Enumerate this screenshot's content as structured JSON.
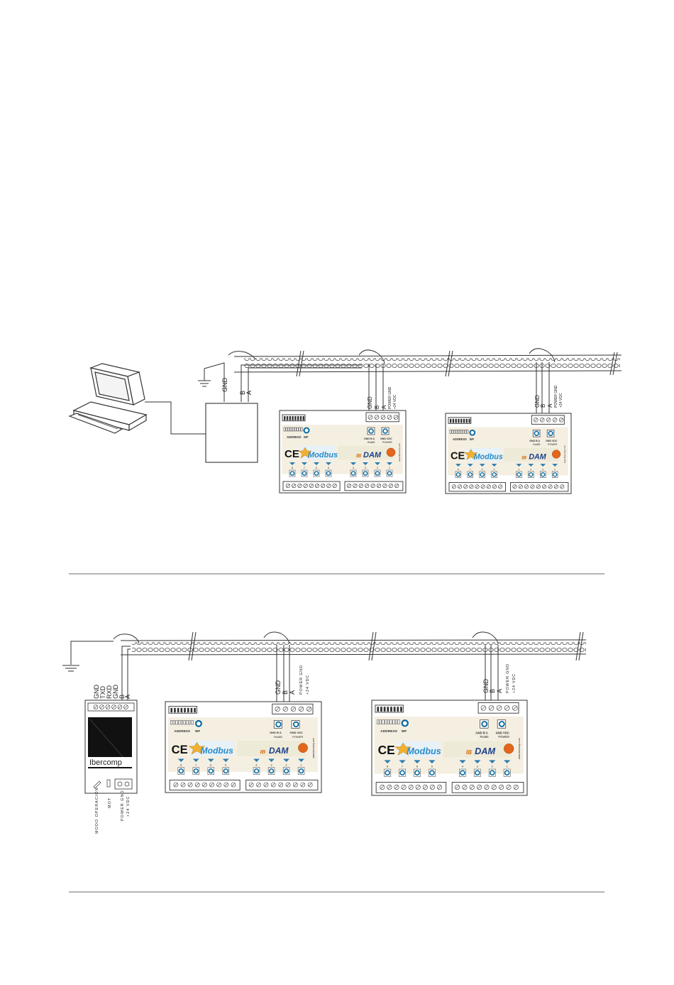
{
  "diagram_top": {
    "converter_labels": [
      "GND",
      "B",
      "A"
    ],
    "module_terminal_labels": [
      "GND",
      "B",
      "A",
      "POWER GND",
      "+24 VDC"
    ]
  },
  "diagram_bottom": {
    "converter_labels": [
      "GND",
      "TXD",
      "RXD",
      "GND",
      "B",
      "A"
    ],
    "converter_brand": "Ibercomp",
    "converter_bottom_labels": [
      "MODO OPERACIÓN",
      "MOT",
      "POWER GND",
      "+24 VDC"
    ],
    "module_terminal_labels": [
      "GND",
      "B",
      "A",
      "POWER GND",
      "+24 VDC"
    ]
  },
  "module": {
    "address_label": "ADDRESS",
    "wf_label": "WF",
    "bus_labels": [
      "GND",
      "B",
      "A"
    ],
    "bus_name": "Rs485",
    "power_labels": "GND VDC",
    "power_name": "POWER",
    "modbus_text": "Modbus",
    "product_prefix": "IB",
    "product_name": "DAM",
    "ce_mark": "CE",
    "website": "www.ibercomp.com",
    "input_numbers": [
      "8",
      "7",
      "6",
      "5",
      "4",
      "3",
      "2",
      "1"
    ]
  },
  "icons": [
    "computer-icon",
    "ground-icon",
    "modbus-star-icon",
    "power-led-icon"
  ]
}
